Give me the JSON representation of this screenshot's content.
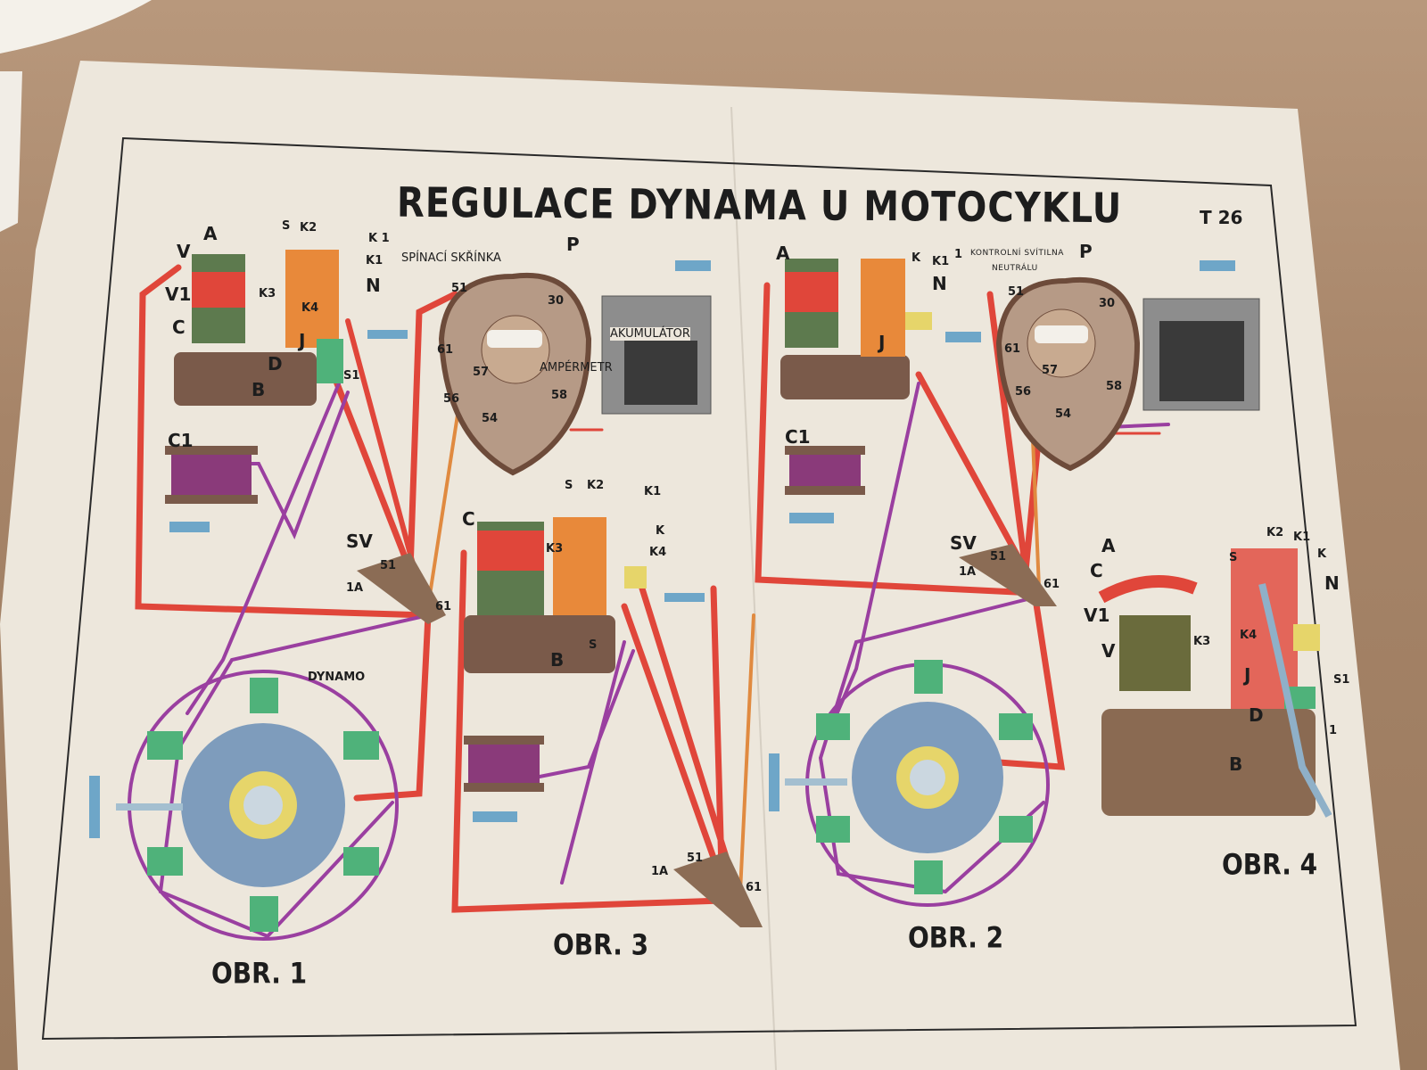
{
  "title": "REGULACE DYNAMA U MOTOCYKLU",
  "code": "T 26",
  "figures": [
    "OBR. 1",
    "OBR. 2",
    "OBR. 3",
    "OBR. 4"
  ],
  "fig1": {
    "labels": [
      "A",
      "V",
      "V1",
      "C",
      "K3",
      "S",
      "K2",
      "K 1",
      "K1",
      "N",
      "K4",
      "J",
      "D",
      "B",
      "S1",
      "C1",
      "SV",
      "51",
      "1A",
      "61",
      "DYNAMO"
    ],
    "switchbox": {
      "name": "SPÍNACÍ SKŘÍNKA",
      "fuse": "P",
      "terminals": [
        "51",
        "30",
        "61",
        "57",
        "56",
        "58",
        "54"
      ],
      "ammeter": "AMPÉRMETR",
      "battery": "AKUMULÁTOR"
    }
  },
  "fig2": {
    "labels": [
      "A",
      "K",
      "K1",
      "1",
      "N",
      "J",
      "C1",
      "SV",
      "51",
      "1A",
      "61"
    ],
    "switchbox": {
      "lamp": "KONTROLNÍ SVÍTILNA",
      "lamp2": "NEUTRÁLU",
      "fuse": "P",
      "terminals": [
        "51",
        "30",
        "61",
        "57",
        "56",
        "58",
        "54"
      ]
    }
  },
  "fig3": {
    "labels": [
      "S",
      "K2",
      "K1",
      "C",
      "K3",
      "K",
      "K4",
      "B",
      "S",
      "1A",
      "51",
      "61"
    ]
  },
  "fig4": {
    "labels": [
      "A",
      "K2",
      "K1",
      "K",
      "C",
      "S",
      "N",
      "V1",
      "V",
      "K3",
      "K4",
      "J",
      "S1",
      "D",
      "1",
      "B"
    ]
  },
  "colors": {
    "paper": "#ede7dc",
    "wire_red": "#e0463a",
    "wire_purple": "#9a3fa0",
    "wire_orange": "#e08a40",
    "pole_green": "#4fb27a",
    "frame": "#2a2a2a"
  }
}
